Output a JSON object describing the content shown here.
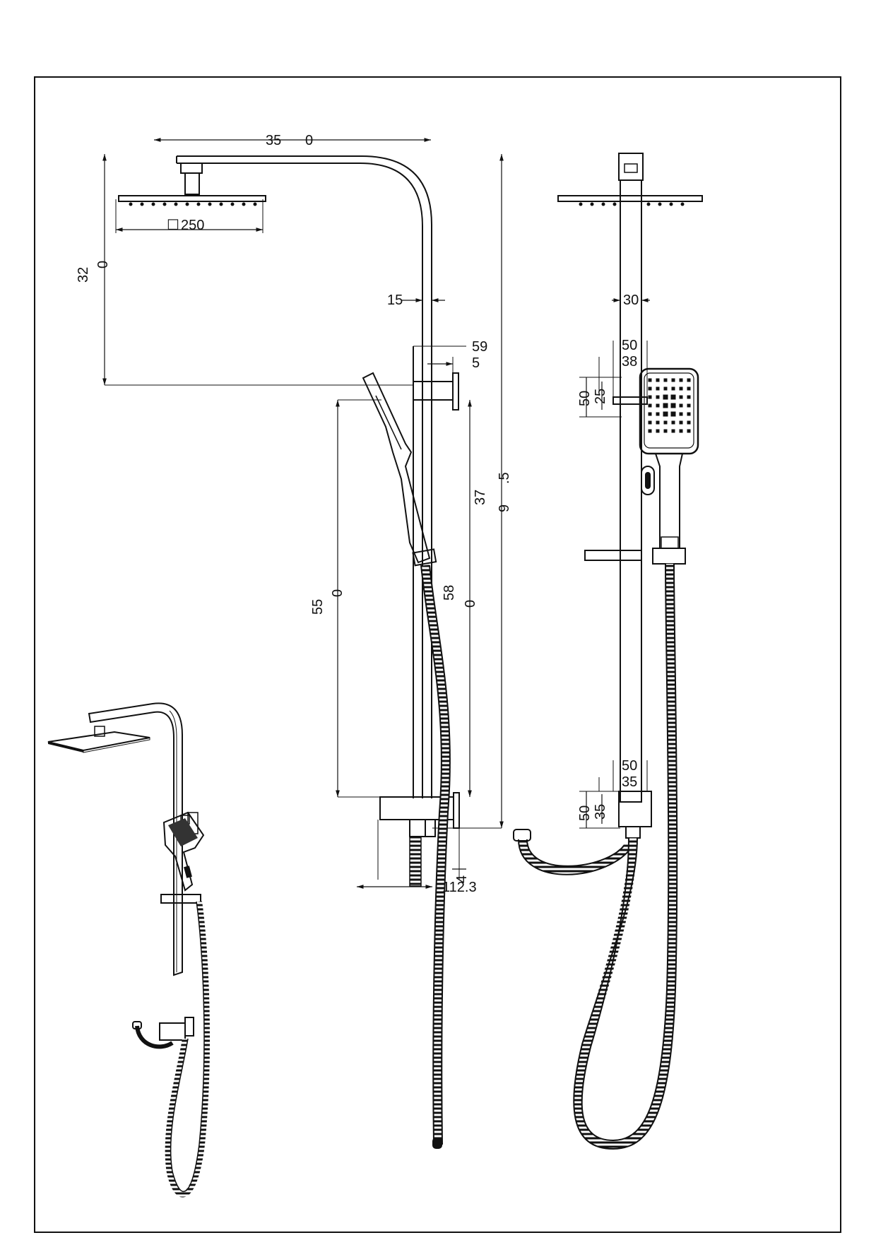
{
  "dimensions": {
    "arm_length": "35",
    "arm_length_suffix": "0",
    "head_size": "250",
    "head_prefix": "☐",
    "head_drop_a": "32",
    "head_drop_b": "0",
    "pipe_dia_side": "15",
    "bracket_depth": "59",
    "bracket_plate": "5",
    "total_height_a": "9",
    "total_height_b": ".5",
    "rail_span_a": "37",
    "rail_span_b": "0",
    "slide_span_a": "55",
    "slide_span_b": "0",
    "hose_offset": "58",
    "base_offset": "112.3",
    "base_small": "4",
    "pipe_dia_front": "30",
    "top_bracket_width": "50",
    "top_bracket_inner": "38",
    "top_bracket_height": "50",
    "top_bracket_height_inner": "25",
    "bottom_bracket_width": "50",
    "bottom_bracket_inner": "35",
    "bottom_bracket_height": "50",
    "bottom_bracket_height_inner": "35"
  },
  "colors": {
    "line": "#111111",
    "background": "#ffffff",
    "head_face": "#f2f2f2"
  }
}
